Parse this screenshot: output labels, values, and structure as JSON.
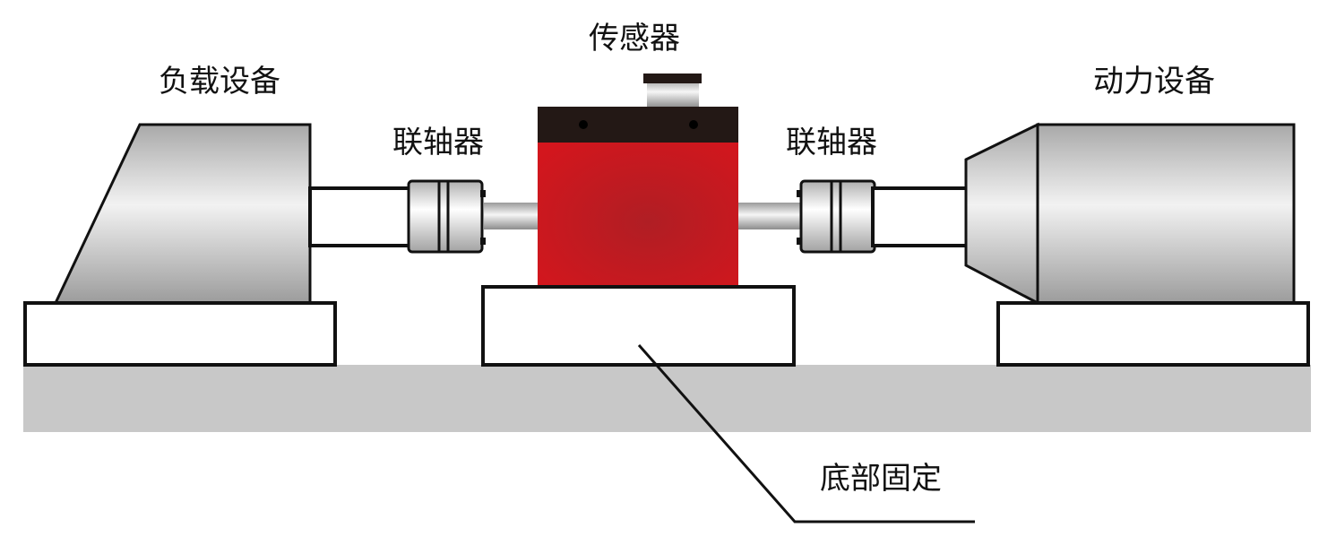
{
  "labels": {
    "sensor": "传感器",
    "load_equipment": "负载设备",
    "power_equipment": "动力设备",
    "coupling_left": "联轴器",
    "coupling_right": "联轴器",
    "base_fixed": "底部固定"
  },
  "colors": {
    "ground": "#c8c8c8",
    "outline": "#111111",
    "sensor_body": "#c8181f",
    "sensor_top": "#231815",
    "machine_gray": "#b5b5b5",
    "base_fill": "#ffffff"
  }
}
